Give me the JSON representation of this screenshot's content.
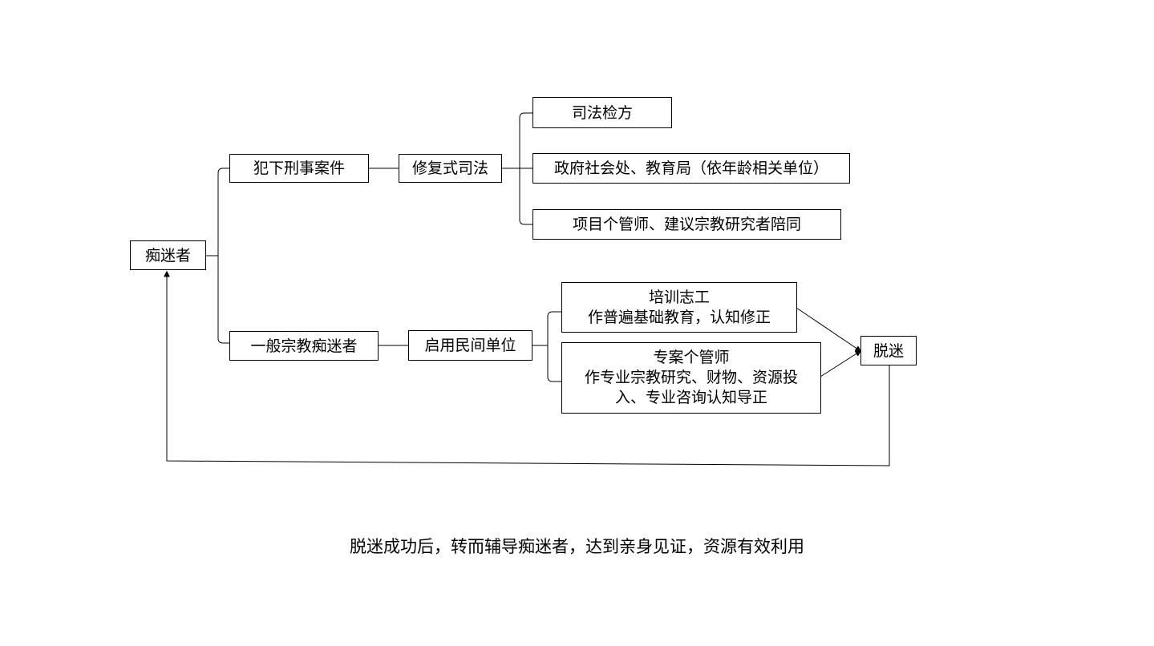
{
  "nodes": {
    "addict": "痴迷者",
    "criminal": "犯下刑事案件",
    "general": "一般宗教痴迷者",
    "restorative": "修复式司法",
    "civil": "启用民间单位",
    "prosecutor": "司法检方",
    "government": "政府社会处、教育局（依年龄相关单位）",
    "case_manager_a": "项目个管师、建议宗教研究者陪同",
    "volunteer": {
      "line1": "培训志工",
      "line2": "作普遍基础教育，认知修正"
    },
    "case_manager_b": {
      "line1": "专案个管师",
      "line2": "作专业宗教研究、财物、资源投",
      "line3": "入、专业咨询认知导正"
    },
    "free": "脱迷"
  },
  "caption": "脱迷成功后，转而辅导痴迷者，达到亲身见证，资源有效利用"
}
